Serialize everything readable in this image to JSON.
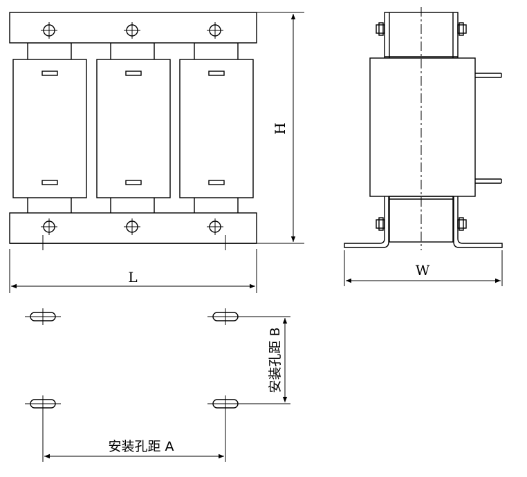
{
  "labels": {
    "height": "H",
    "length": "L",
    "width": "W",
    "mount_a": "安装孔距 A",
    "mount_b": "安装孔距 B"
  }
}
